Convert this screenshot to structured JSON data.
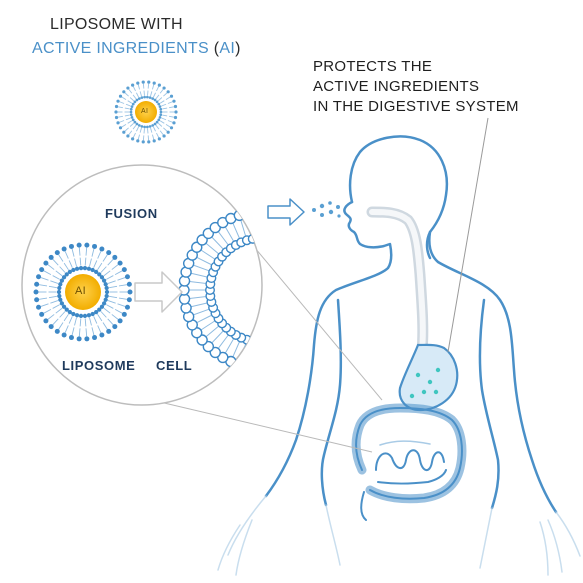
{
  "title": {
    "line1": "LIPOSOME WITH",
    "line2_part1": "ACTIVE INGREDIENTS",
    "line2_part2": " (",
    "line2_part3": "AI",
    "line2_part4": ")"
  },
  "caption": {
    "line1": "PROTECTS THE",
    "line2": "ACTIVE INGREDIENTS",
    "line3": "IN THE DIGESTIVE SYSTEM"
  },
  "labels": {
    "fusion": "FUSION",
    "liposome": "LIPOSOME",
    "cell": "CELL",
    "ai_small": "AI",
    "ai_large": "AI"
  },
  "colors": {
    "blue": "#4a90c8",
    "light_blue": "#a9cbe6",
    "core_yellow": "#f4b400",
    "dark_text": "#1f3a5c"
  }
}
